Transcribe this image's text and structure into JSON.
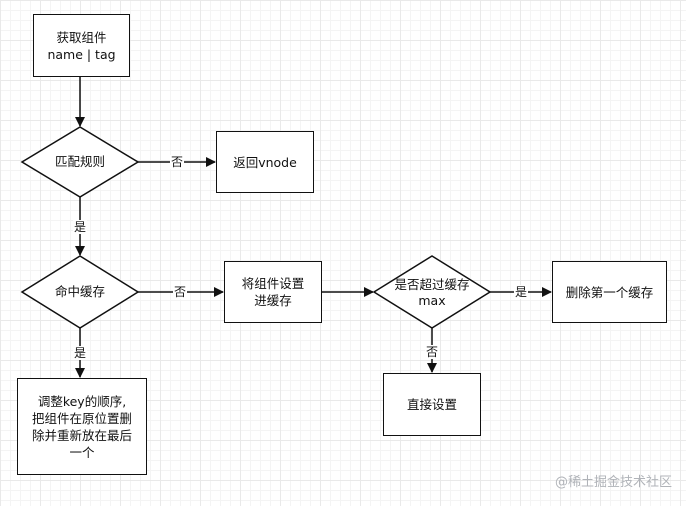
{
  "nodes": {
    "get_component": "获取组件\nname | tag",
    "match_rule": "匹配规则",
    "return_vnode": "返回vnode",
    "hit_cache": "命中缓存",
    "set_cache": "将组件设置\n进缓存",
    "exceed_max": "是否超过缓存\nmax",
    "delete_first": "删除第一个缓存",
    "direct_set": "直接设置",
    "adjust_order": "调整key的顺序,\n把组件在原位置删\n除并重新放在最后\n一个"
  },
  "edges": {
    "match_no": "否",
    "match_yes": "是",
    "hit_no": "否",
    "hit_yes": "是",
    "exceed_yes": "是",
    "exceed_no": "否"
  },
  "watermark": "@稀土掘金技术社区"
}
